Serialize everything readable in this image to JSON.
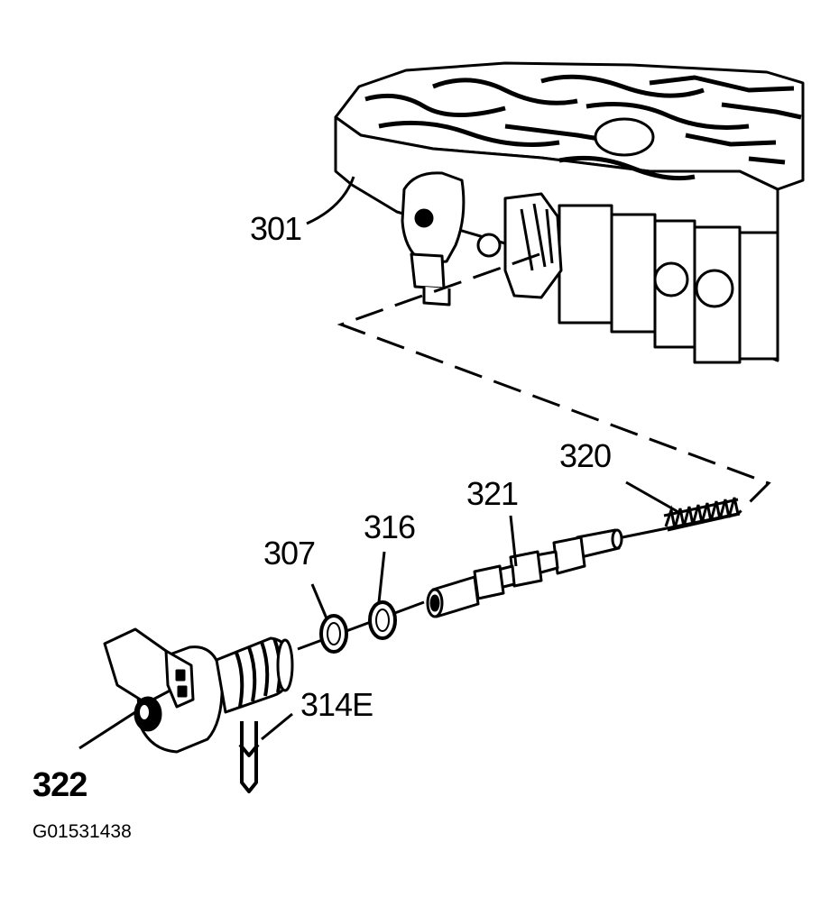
{
  "colors": {
    "ink": "#000000",
    "paper": "#ffffff"
  },
  "callouts": {
    "valve_body": "301",
    "spring": "320",
    "valve": "321",
    "seal_316": "316",
    "seal_307": "307",
    "retainer": "314E",
    "solenoid": "322"
  },
  "figure_id": "G01531438"
}
